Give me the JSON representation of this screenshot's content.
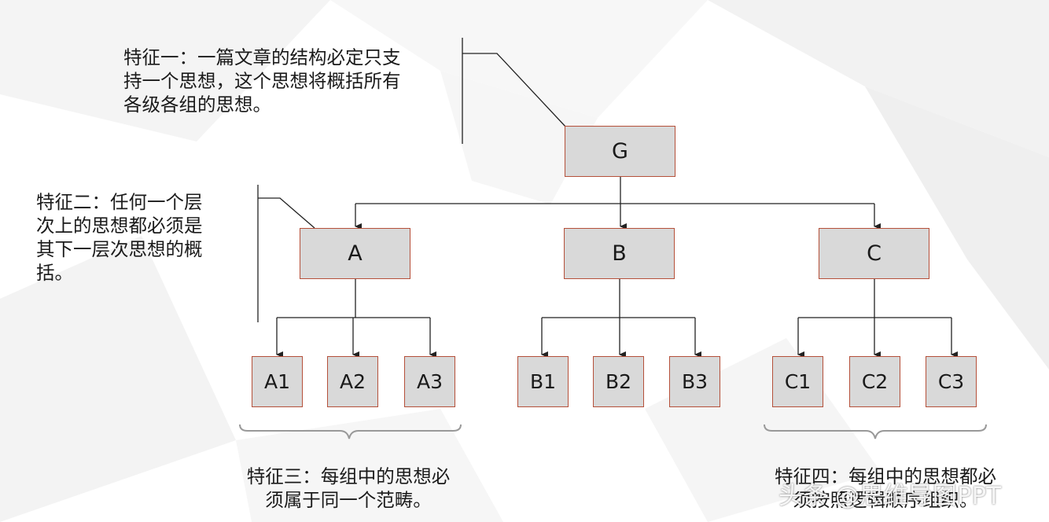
{
  "root": {
    "label": "G"
  },
  "level1": [
    {
      "label": "A",
      "children": [
        "A1",
        "A2",
        "A3"
      ]
    },
    {
      "label": "B",
      "children": [
        "B1",
        "B2",
        "B3"
      ]
    },
    {
      "label": "C",
      "children": [
        "C1",
        "C2",
        "C3"
      ]
    }
  ],
  "features": {
    "f1": [
      "特征一：一篇文章的结构必定只支",
      "持一个思想，这个思想将概括所有",
      "各级各组的思想。"
    ],
    "f2": [
      "特征二：任何一个层",
      "次上的思想都必须是",
      "其下一层次思想的概",
      "括。"
    ],
    "f3": [
      "特征三：每组中的思想必",
      "须属于同一个范畴。"
    ],
    "f4": [
      "特征四：每组中的思想都必",
      "须按照逻辑顺序组织。"
    ]
  },
  "watermark": "头条 @思维导图PPT"
}
